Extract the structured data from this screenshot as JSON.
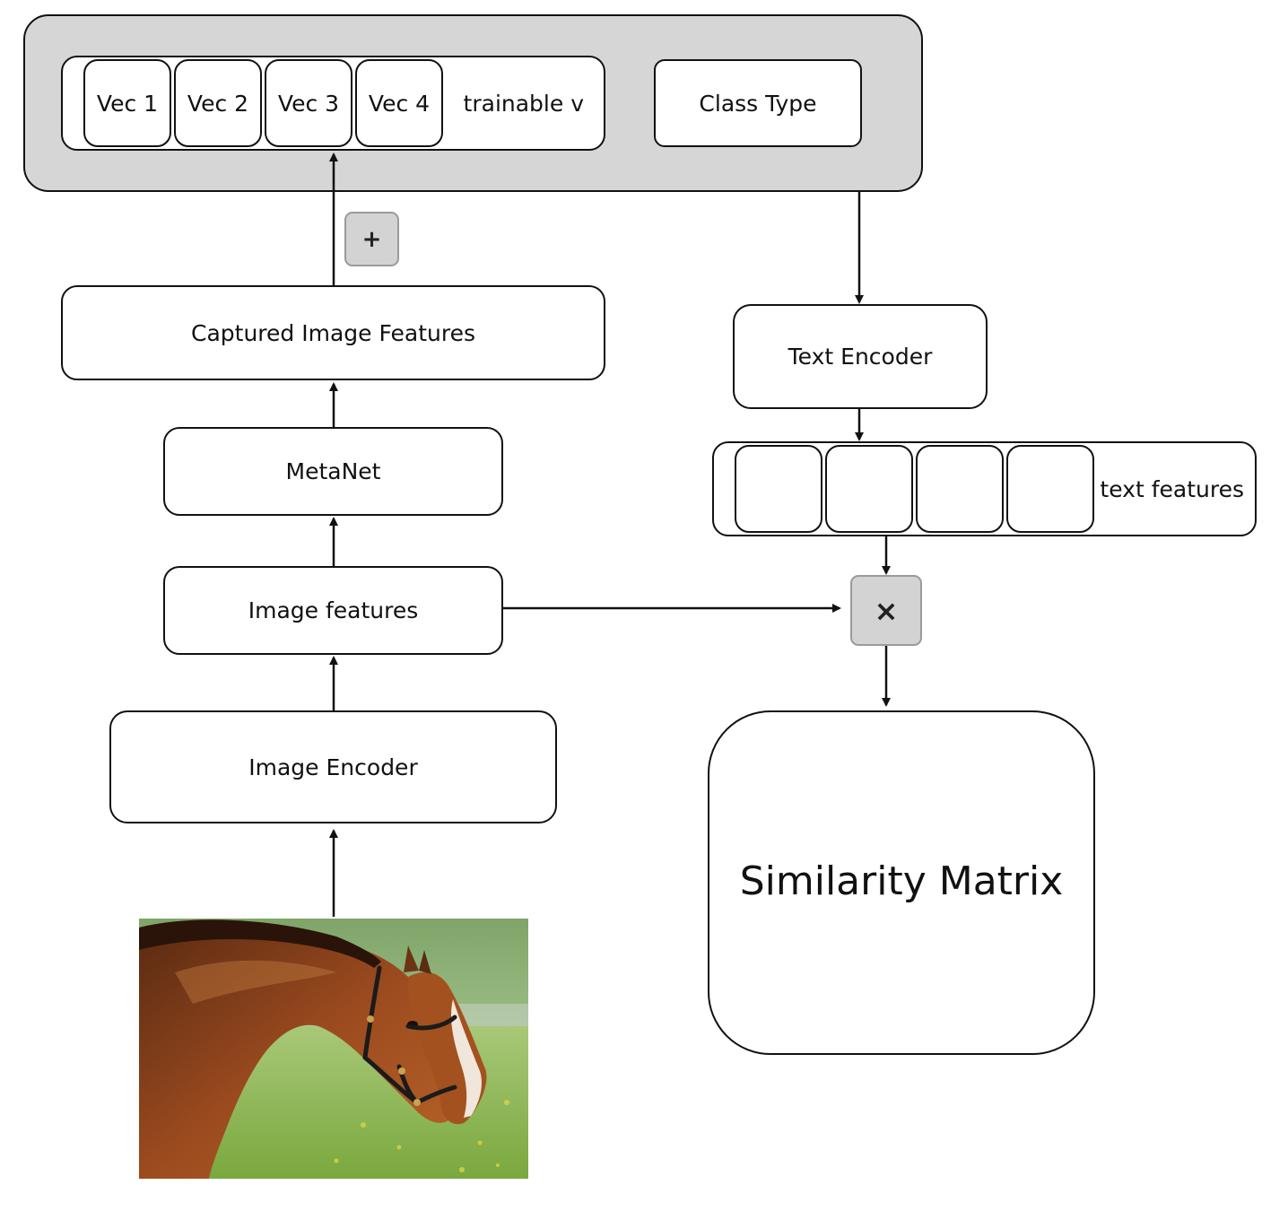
{
  "prompt_group": {
    "vectors": [
      "Vec 1",
      "Vec 2",
      "Vec 3",
      "Vec 4"
    ],
    "trainable_label": "trainable v",
    "class_type": "Class Type"
  },
  "operators": {
    "plus": "+",
    "times": "×"
  },
  "nodes": {
    "captured_image_features": "Captured Image Features",
    "metanet": "MetaNet",
    "image_features": "Image features",
    "image_encoder": "Image Encoder",
    "text_encoder": "Text Encoder",
    "text_features_label": "text features",
    "similarity_matrix": "Similarity Matrix"
  },
  "colors": {
    "panel_grey": "#d6d6d6",
    "operator_grey": "#d3d3d3",
    "stroke": "#111111"
  },
  "input_image": {
    "subject": "horse-photo"
  }
}
